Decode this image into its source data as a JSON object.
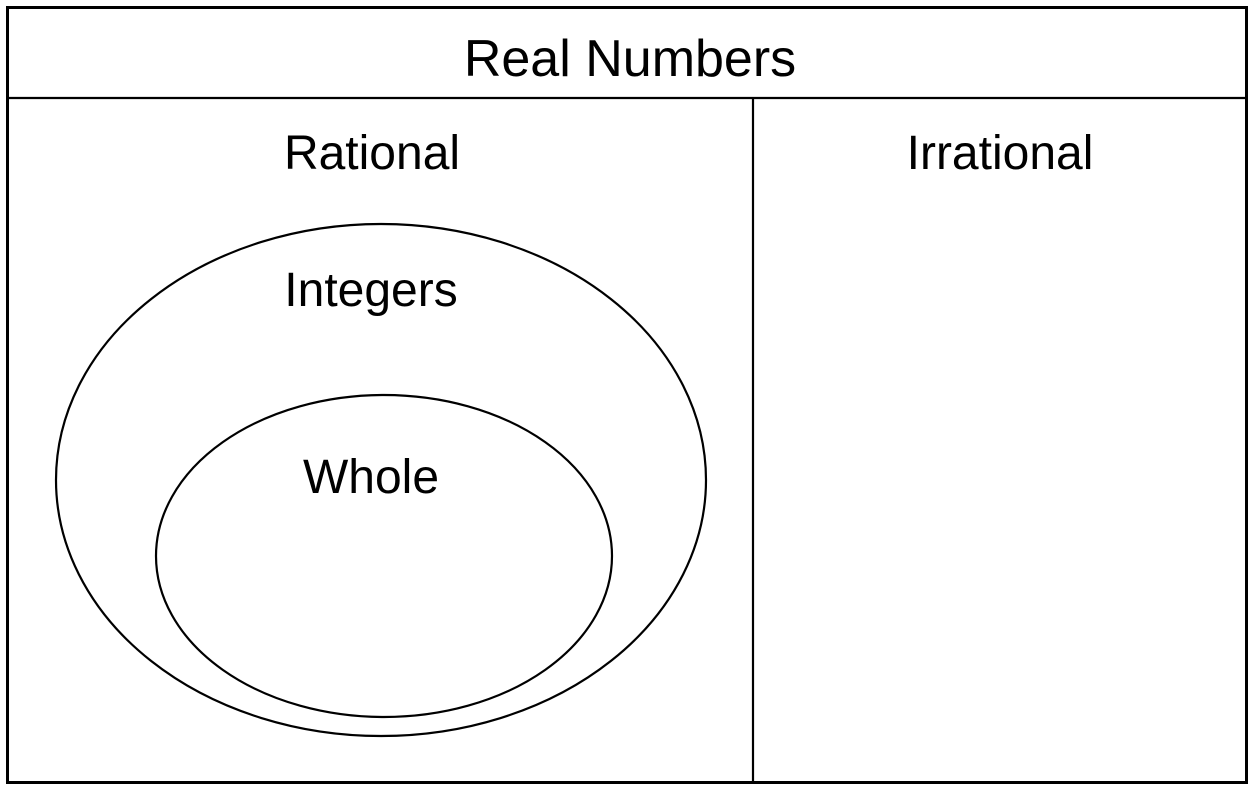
{
  "diagram": {
    "type": "nested-set-venn",
    "title": "Real Numbers",
    "stroke_color": "#000000",
    "background_color": "#ffffff",
    "regions": [
      {
        "id": "rational",
        "label": "Rational"
      },
      {
        "id": "irrational",
        "label": "Irrational"
      }
    ],
    "nested_sets": [
      {
        "id": "integers",
        "label": "Integers",
        "parent": "rational"
      },
      {
        "id": "whole",
        "label": "Whole",
        "parent": "integers"
      }
    ]
  },
  "labels": {
    "title": "Real Numbers",
    "rational": "Rational",
    "irrational": "Irrational",
    "integers": "Integers",
    "whole": "Whole"
  }
}
